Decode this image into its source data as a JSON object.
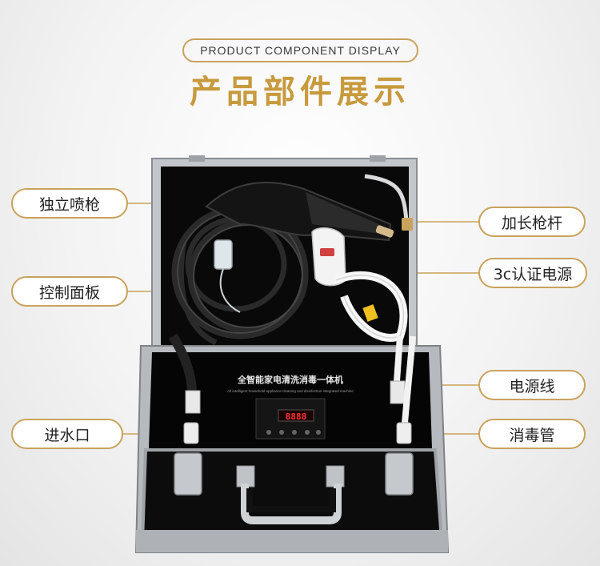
{
  "header": {
    "subtitle": "PRODUCT COMPONENT DISPLAY",
    "title": "产品部件展示"
  },
  "device": {
    "panel_title": "全智能家电清洗消毒一体机",
    "panel_subtitle": "All intelligent household appliance cleaning and disinfection integrated machine",
    "display_value": "8888"
  },
  "labels": {
    "spray_gun": "独立喷枪",
    "control_panel": "控制面板",
    "water_inlet": "进水口",
    "extension_rod": "加长枪杆",
    "power_3c": "3c认证电源",
    "power_cord": "电源线",
    "disinfect_tube": "消毒管"
  },
  "colors": {
    "accent": "#c9a25c",
    "title": "#c79a3d",
    "case": "#0d0d0d",
    "trim": "#b9bcc0"
  }
}
